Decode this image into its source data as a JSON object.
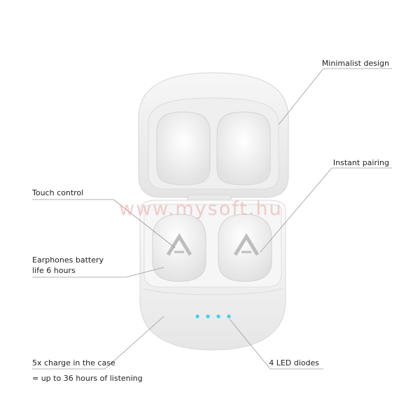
{
  "callouts": {
    "minimalist_design": "Minimalist design",
    "instant_pairing": "Instant pairing",
    "touch_control": "Touch control",
    "battery_line1": "Earphones battery",
    "battery_line2": "life 6 hours",
    "charge_line1": "5x charge in the case",
    "charge_line2": "= up to 36 hours of listening",
    "led_diodes": "4 LED diodes"
  },
  "watermark": "www.mysoft.hu",
  "colors": {
    "background": "#ffffff",
    "case": "#ffffff",
    "led": "#3fd0e6",
    "leader_line": "#9a9a9a",
    "watermark": "#e9a8a3"
  },
  "icons": {
    "earbud_logo": "lamax-chevron-logo"
  }
}
